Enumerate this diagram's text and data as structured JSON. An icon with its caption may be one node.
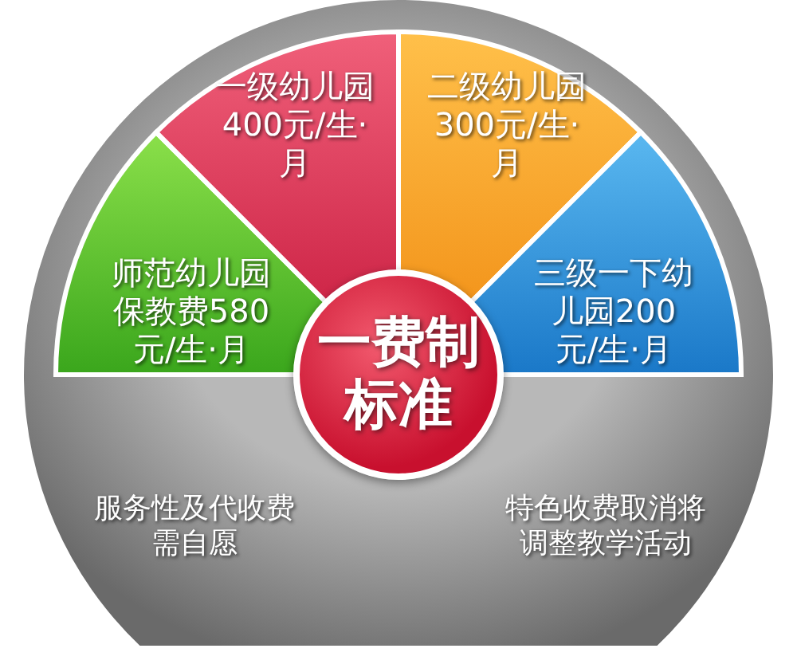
{
  "diagram": {
    "nodes": [
      {
        "text": [
          "服务性及代收费需自愿",
          "特色收费取消将调整教学活动"
        ]
      },
      {
        "text": [
          "师范幼儿园保教费580元/生·月"
        ],
        "in": 0
      },
      {
        "text": [
          "一级幼儿园400元/生·月"
        ],
        "in": 0
      },
      {
        "text": [
          "二级幼儿园300元/生·月"
        ],
        "in": 0
      },
      {
        "text": [
          "三级一下幼儿园200元/生·月"
        ],
        "in": 0
      },
      {
        "text": [
          "一费制标准"
        ],
        "in": 0
      }
    ]
  }
}
